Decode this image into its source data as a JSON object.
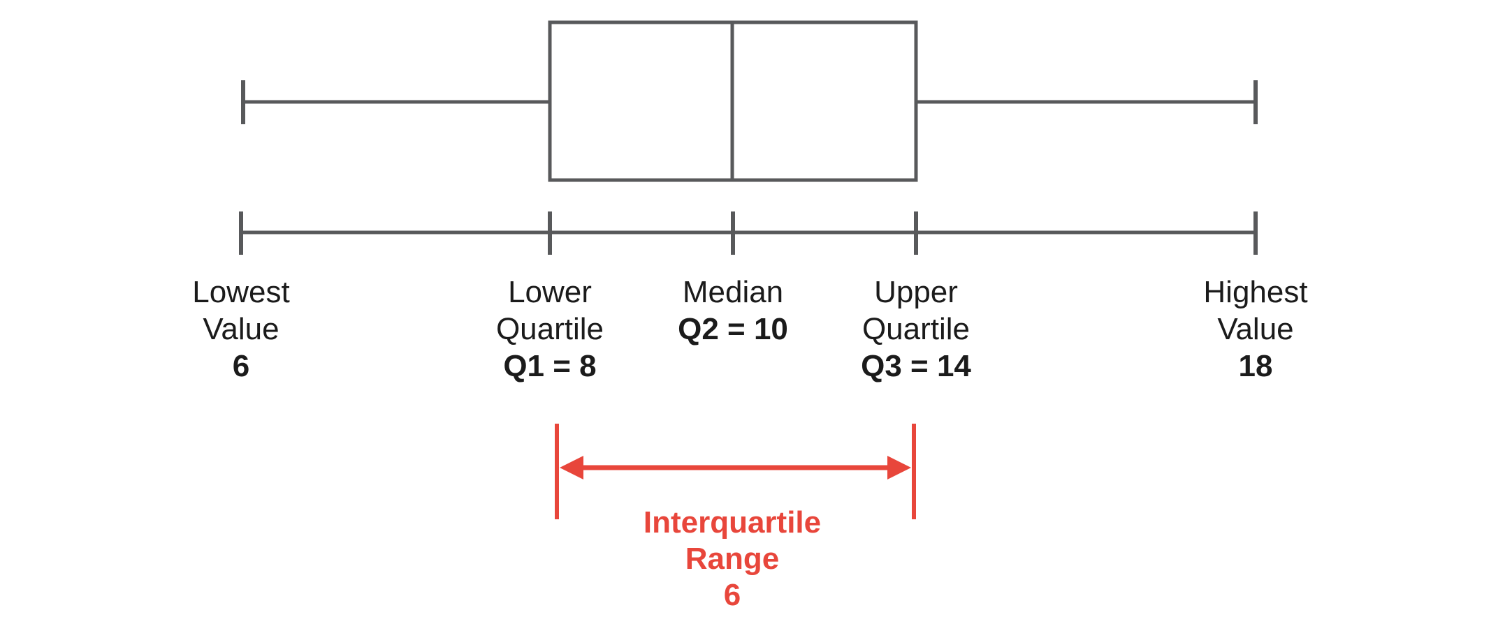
{
  "colors": {
    "line_gray": "#58595b",
    "annotation_red": "#e8463b",
    "text_black": "#1b1b1b",
    "background": "#ffffff"
  },
  "chart_data": {
    "type": "boxplot",
    "orientation": "horizontal",
    "title": "",
    "min": 6,
    "q1": 8,
    "median": 10,
    "q3": 14,
    "max": 18,
    "iqr": 6,
    "points": [
      {
        "name": "Lowest Value",
        "value": 6
      },
      {
        "name": "Lower Quartile (Q1)",
        "value": 8
      },
      {
        "name": "Median (Q2)",
        "value": 10
      },
      {
        "name": "Upper Quartile (Q3)",
        "value": 14
      },
      {
        "name": "Highest Value",
        "value": 18
      }
    ],
    "annotation": {
      "label": "Interquartile Range",
      "value": 6
    },
    "layout_hints": {
      "not_to_scale": true,
      "axis": "unlabeled ruler line with ticks at the five summary points",
      "annotation_position": "below axis, double-headed red arrow between Q1 and Q3"
    }
  },
  "labels": {
    "lowest": {
      "line1": "Lowest",
      "line2": "Value",
      "value": "6"
    },
    "lower_q": {
      "line1": "Lower",
      "line2": "Quartile",
      "value": "Q1 = 8"
    },
    "median": {
      "line1": "Median",
      "value": "Q2 = 10"
    },
    "upper_q": {
      "line1": "Upper",
      "line2": "Quartile",
      "value": "Q3 = 14"
    },
    "highest": {
      "line1": "Highest",
      "line2": "Value",
      "value": "18"
    },
    "iqr": {
      "line1": "Interquartile",
      "line2": "Range",
      "value": "6"
    }
  }
}
